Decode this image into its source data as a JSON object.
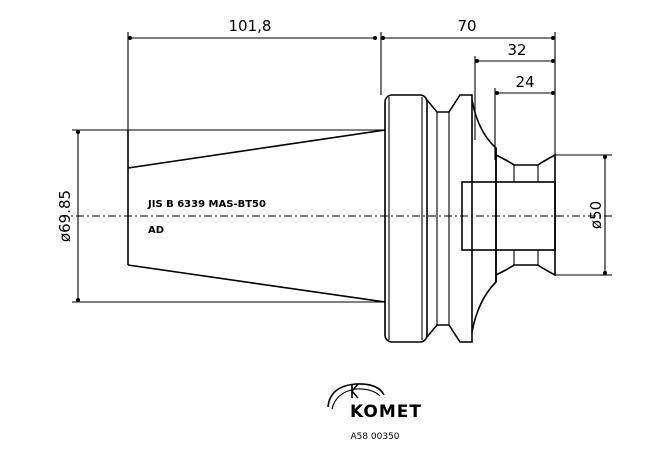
{
  "dimensions": {
    "taper_length": "101,8",
    "body_length": "70",
    "flange_to_end": "32",
    "bore_depth": "24",
    "taper_diameter": "ø69.85",
    "bore_diameter": "ø50"
  },
  "spec_text": {
    "standard": "JIS B 6339 MAS-BT50",
    "code": "AD"
  },
  "logo": {
    "brand": "KOMET",
    "part_number": "A58 00350"
  }
}
